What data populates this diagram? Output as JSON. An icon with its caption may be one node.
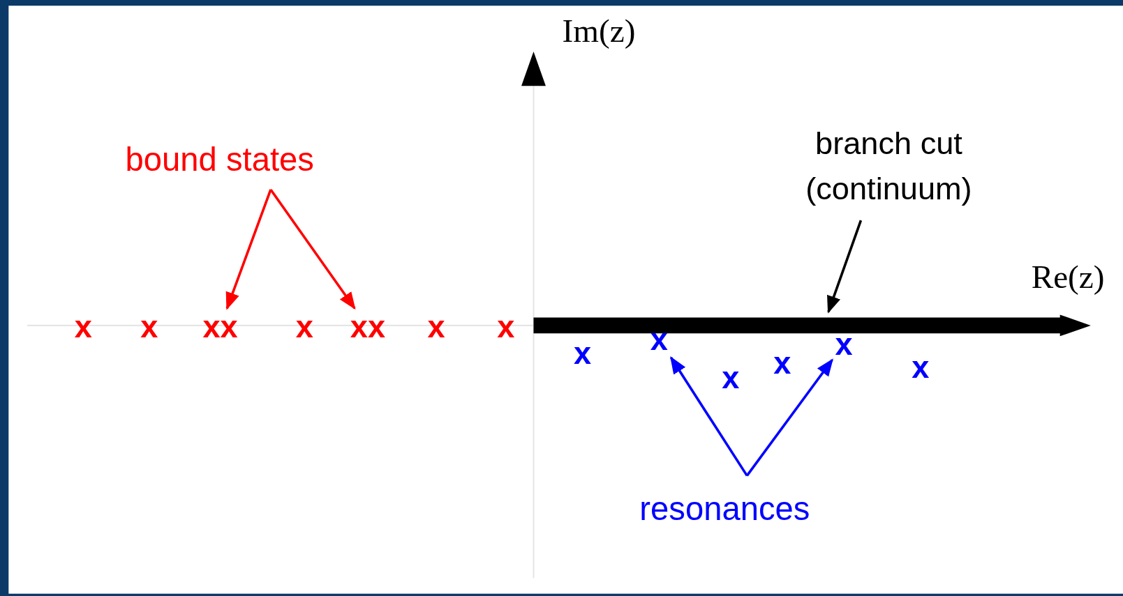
{
  "diagram": {
    "nodes": [
      {
        "text": [
          "bound states"
        ]
      },
      {
        "text": [
          "branch cut (continuum)"
        ]
      },
      {
        "text": [
          "xx"
        ]
      },
      {
        "text": [
          "xx"
        ]
      },
      {
        "text": [],
        "shape": "bar"
      },
      {
        "text": [
          "x"
        ]
      },
      {
        "text": [
          "x"
        ]
      },
      {
        "text": [
          "resonances"
        ]
      }
    ],
    "edges": [
      {
        "from": 0,
        "to": 2,
        "arrow": "to",
        "color": "#ff0000"
      },
      {
        "from": 0,
        "to": 3,
        "arrow": "to",
        "color": "#ff0000"
      },
      {
        "from": 1,
        "to": 4,
        "arrow": "to",
        "color": "#000000"
      },
      {
        "from": 7,
        "to": 5,
        "arrow": "to",
        "color": "#0000ff"
      },
      {
        "from": 7,
        "to": 6,
        "arrow": "to",
        "color": "#0000ff"
      }
    ],
    "labels": [
      "Im(z)",
      "Re(z)",
      "x",
      "x",
      "x",
      "x",
      "x",
      "x",
      "x",
      "x",
      "x"
    ]
  }
}
